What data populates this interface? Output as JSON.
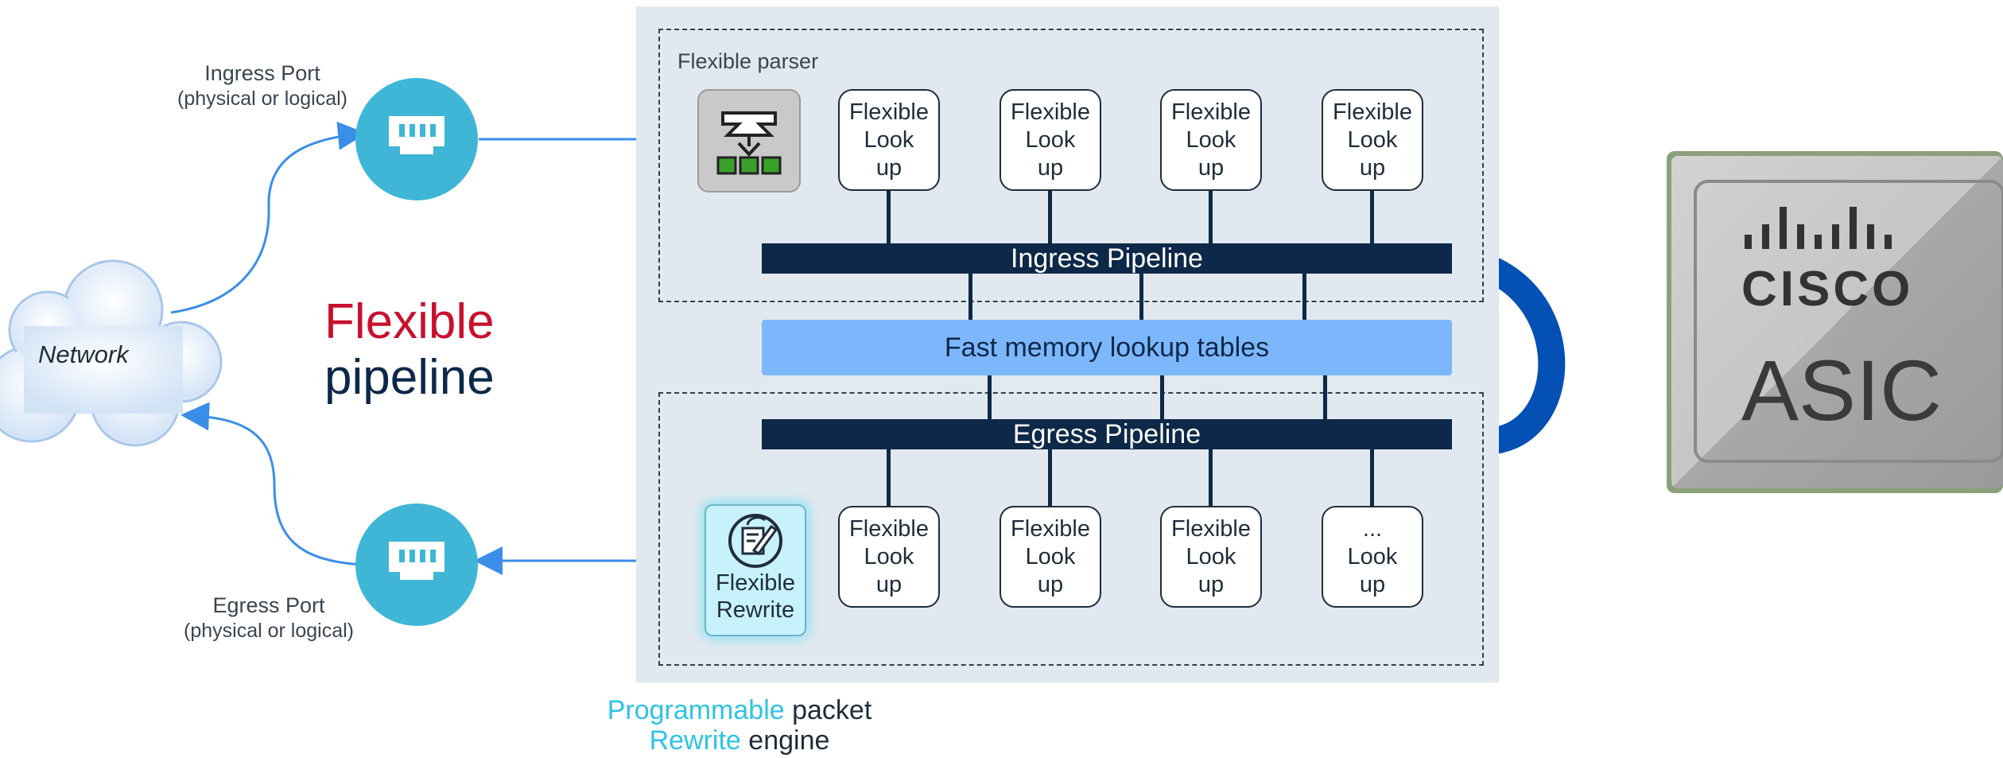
{
  "ingress_port": {
    "title": "Ingress Port",
    "subtitle": "(physical or logical)"
  },
  "egress_port": {
    "title": "Egress Port",
    "subtitle": "(physical or logical)"
  },
  "network": {
    "label": "Network"
  },
  "headline": {
    "line1": "Flexible",
    "line2": "pipeline",
    "color1": "#c8102e",
    "color2": "#0d2849"
  },
  "parser_label": "Flexible parser",
  "ingress_lookups": [
    {
      "l1": "Flexible",
      "l2": "Look",
      "l3": "up"
    },
    {
      "l1": "Flexible",
      "l2": "Look",
      "l3": "up"
    },
    {
      "l1": "Flexible",
      "l2": "Look",
      "l3": "up"
    },
    {
      "l1": "Flexible",
      "l2": "Look",
      "l3": "up"
    }
  ],
  "ingress_pipeline": "Ingress Pipeline",
  "memory": "Fast memory lookup tables",
  "egress_pipeline": "Egress Pipeline",
  "rewrite": {
    "l1": "Flexible",
    "l2": "Rewrite"
  },
  "egress_lookups": [
    {
      "l1": "Flexible",
      "l2": "Look",
      "l3": "up"
    },
    {
      "l1": "Flexible",
      "l2": "Look",
      "l3": "up"
    },
    {
      "l1": "Flexible",
      "l2": "Look",
      "l3": "up"
    },
    {
      "l1": "...",
      "l2": "Look",
      "l3": "up"
    }
  ],
  "caption": {
    "part1": "Programmable",
    "part2": " packet",
    "part3": "Rewrite",
    "part4": " engine"
  },
  "asic_chip": {
    "brand": "CISCO",
    "label": "ASIC"
  }
}
